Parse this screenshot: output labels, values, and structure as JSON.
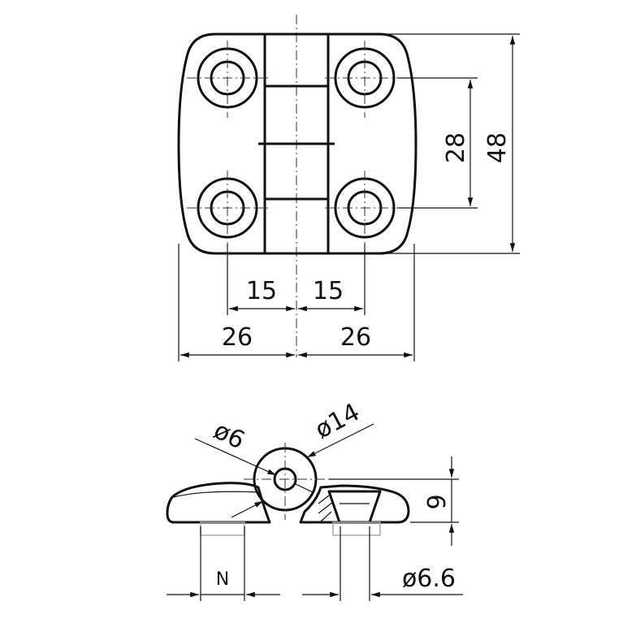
{
  "top_view": {
    "dim_height_inner": "28",
    "dim_height_outer": "48",
    "dim_left_hole": "15",
    "dim_right_hole": "15",
    "dim_left_width": "26",
    "dim_right_width": "26"
  },
  "side_view": {
    "dim_pin_diameter": "ø6",
    "dim_knuckle_diameter": "ø14",
    "dim_height": "9",
    "dim_n": "N",
    "dim_hole_diameter": "ø6.6"
  }
}
